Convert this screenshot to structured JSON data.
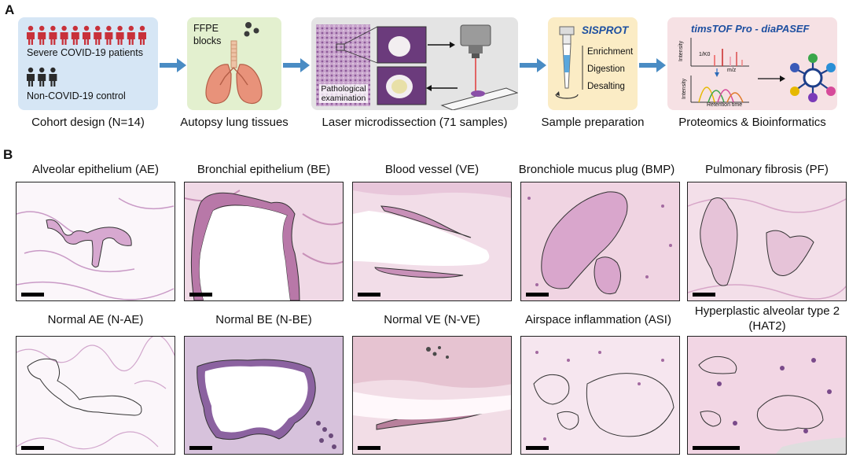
{
  "panel_labels": {
    "a": "A",
    "b": "B"
  },
  "workflow": {
    "cohort": {
      "severe_label": "Severe COVID-19 patients",
      "control_label": "Non-COVID-19 control",
      "caption": "Cohort design (N=14)",
      "severe_color": "#c8313a",
      "control_color": "#2b2b2b"
    },
    "autopsy": {
      "label": "FFPE\nblocks",
      "caption": "Autopsy lung tissues"
    },
    "lmd": {
      "inset_label": "Pathological\nexamination",
      "caption": "Laser microdissection (71 samples)"
    },
    "prep": {
      "title": "SISPROT",
      "steps": [
        "Enrichment",
        "Digestion",
        "Desalting"
      ],
      "caption": "Sample preparation"
    },
    "proteomics": {
      "title": "timsTOF Pro - diaPASEF",
      "ylabel1": "Intensity",
      "xlabel1": "m/z",
      "ylabel2": "Intensity",
      "xlabel2": "Retention time",
      "inv_k0": "1/K0",
      "caption": "Proteomics & Bioinformatics"
    },
    "colors": {
      "blue_card": "#d6e6f5",
      "green_card": "#e3f0cf",
      "gray_card": "#e4e4e4",
      "yellow_card": "#fbecc5",
      "pink_card": "#f6e1e4",
      "arrow": "#4a8cc4"
    }
  },
  "tiles_top": [
    "Alveolar epithelium (AE)",
    "Bronchial epithelium (BE)",
    "Blood vessel (VE)",
    "Bronchiole mucus plug (BMP)",
    "Pulmonary fibrosis (PF)"
  ],
  "tiles_bottom": [
    "Normal AE (N-AE)",
    "Normal BE (N-BE)",
    "Normal VE (N-VE)",
    "Airspace inflammation (ASI)",
    "Hyperplastic alveolar type 2\n(HAT2)"
  ]
}
